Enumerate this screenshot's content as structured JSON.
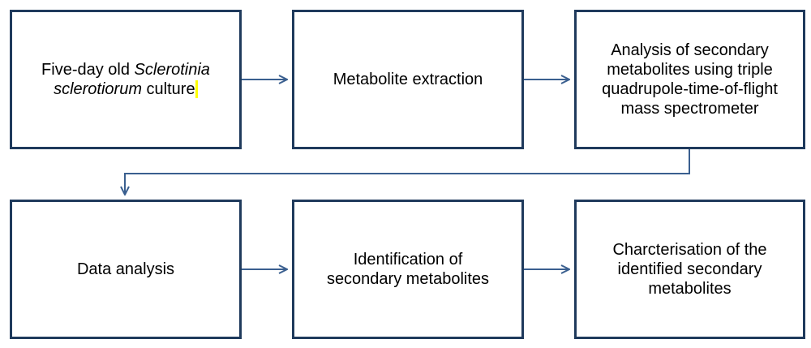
{
  "steps": [
    {
      "id": "culture",
      "line1": "Five-day old",
      "line1_italic": "Sclerotinia",
      "line2_italic": "sclerotiorum",
      "line2": "culture"
    },
    {
      "id": "extraction",
      "text": "Metabolite extraction"
    },
    {
      "id": "analysis-ms",
      "lines": [
        "Analysis of secondary",
        "metabolites using triple",
        "quadrupole-time-of-flight",
        "mass spectrometer"
      ]
    },
    {
      "id": "data-analysis",
      "text": "Data analysis"
    },
    {
      "id": "identification",
      "lines": [
        "Identification of",
        "secondary metabolites"
      ]
    },
    {
      "id": "characterisation",
      "lines": [
        "Charcterisation of the",
        "identified secondary",
        "metabolites"
      ]
    }
  ],
  "colors": {
    "box_border": "#1f3a5c",
    "arrow": "#3a5f8f",
    "highlight": "#ffff00"
  }
}
